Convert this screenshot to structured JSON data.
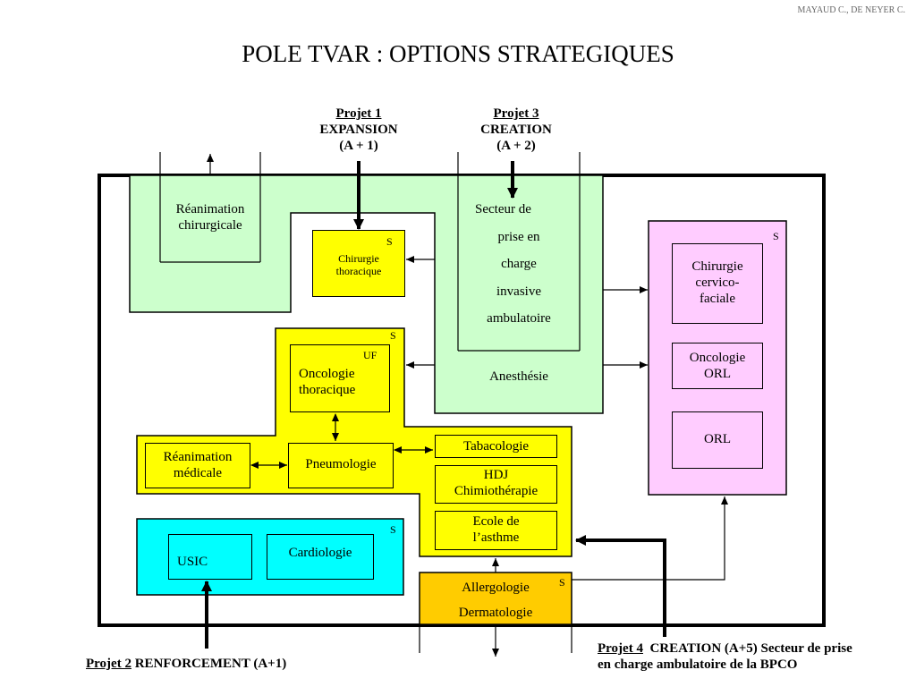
{
  "header": {
    "credit": "MAYAUD C., DE NEYER C.",
    "title": "POLE TVAR : OPTIONS STRATEGIQUES"
  },
  "projects": {
    "p1": {
      "name": "Projet 1",
      "line2": "EXPANSION",
      "line3": "(A + 1)"
    },
    "p3": {
      "name": "Projet 3",
      "line2": "CREATION",
      "line3": "(A + 2)"
    },
    "p2": {
      "name": "Projet 2",
      "desc": " RENFORCEMENT (A+1)"
    },
    "p4": {
      "name": "Projet 4",
      "desc1": "  CREATION (A+5) Secteur de prise",
      "desc2": "en charge ambulatoire de la BPCO"
    }
  },
  "units": {
    "rea_chir": {
      "l1": "Réanimation",
      "l2": "chirurgicale"
    },
    "chir_thor": {
      "l1": "Chirurgie",
      "l2": "thoracique",
      "tag": "S"
    },
    "secteur": {
      "l1": "Secteur de",
      "l2": "prise en",
      "l3": "charge",
      "l4": "invasive",
      "l5": "ambulatoire"
    },
    "anesthesie": "Anesthésie",
    "onco_thor": {
      "l1": "Oncologie",
      "l2": "thoracique",
      "tag": "UF"
    },
    "yellow_tag": "S",
    "pneumologie": "Pneumologie",
    "rea_med": {
      "l1": "Réanimation",
      "l2": "médicale"
    },
    "tabacologie": "Tabacologie",
    "hdj": {
      "l1": "HDJ",
      "l2": "Chimiothérapie"
    },
    "ecole": {
      "l1": "Ecole de",
      "l2": "l’asthme"
    },
    "cardio_tag": "S",
    "usic": "USIC",
    "cardiologie": "Cardiologie",
    "allergo": {
      "l1": "Allergologie",
      "l2": "Dermatologie",
      "tag": "S"
    },
    "orl_group_tag": "S",
    "chir_cervico": {
      "l1": "Chirurgie",
      "l2": "cervico-",
      "l3": "faciale"
    },
    "onco_orl": {
      "l1": "Oncologie",
      "l2": "ORL"
    },
    "orl": "ORL"
  },
  "colors": {
    "green": "#ccffcc",
    "yellow": "#ffff00",
    "cyan": "#00ffff",
    "pink": "#ffccff",
    "orange": "#ffcc00"
  }
}
